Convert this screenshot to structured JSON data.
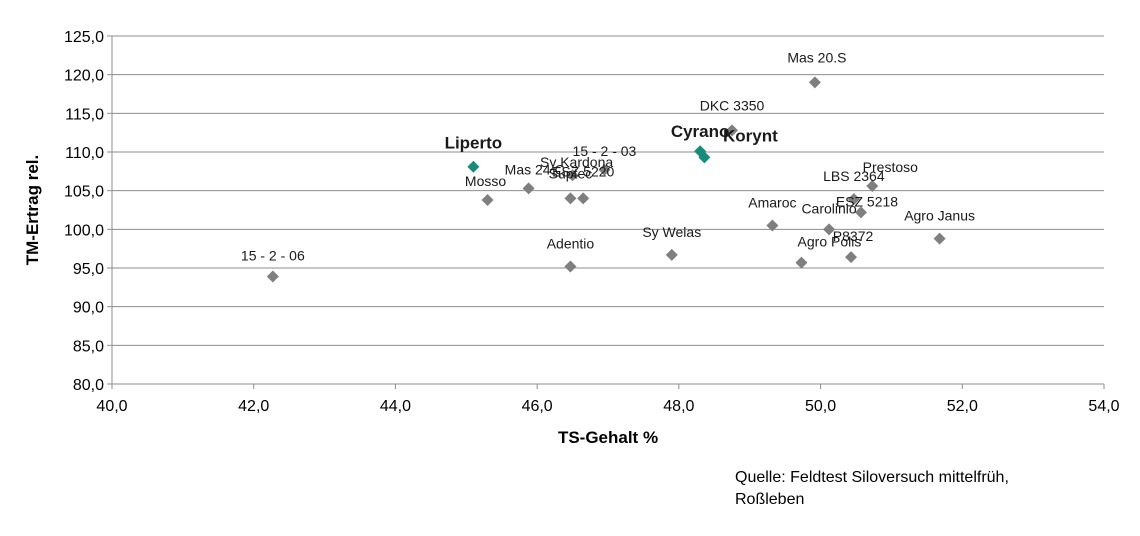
{
  "chart_data": {
    "type": "scatter",
    "xlabel": "TS-Gehalt %",
    "ylabel": "TM-Ertrag rel.",
    "xlim": [
      40.0,
      54.0
    ],
    "ylim": [
      80.0,
      125.0
    ],
    "x_ticks": [
      "40,0",
      "42,0",
      "44,0",
      "46,0",
      "48,0",
      "50,0",
      "52,0",
      "54,0"
    ],
    "y_ticks": [
      "80,0",
      "85,0",
      "90,0",
      "95,0",
      "100,0",
      "105,0",
      "110,0",
      "115,0",
      "120,0",
      "125,0"
    ],
    "grid": "horizontal",
    "colors": {
      "default": "#7f7f7f",
      "highlight": "#168c7a"
    },
    "points": [
      {
        "label": "Mas 20.S",
        "x": 49.92,
        "y": 119.0,
        "highlight": false
      },
      {
        "label": "DKC 3350",
        "x": 48.75,
        "y": 112.8,
        "highlight": false
      },
      {
        "label": "Liperto",
        "x": 45.1,
        "y": 108.1,
        "highlight": true
      },
      {
        "label": "Cyrano",
        "x": 48.3,
        "y": 110.1,
        "highlight": true
      },
      {
        "label": "Korynt",
        "x": 48.36,
        "y": 109.3,
        "highlight": true
      },
      {
        "label": "15 - 2 - 03",
        "x": 46.95,
        "y": 107.7,
        "highlight": false
      },
      {
        "label": "Sy Kardona",
        "x": 46.5,
        "y": 107.0,
        "highlight": false
      },
      {
        "label": "Mas 24.C",
        "x": 45.88,
        "y": 105.3,
        "highlight": false
      },
      {
        "label": "ESZ 5220",
        "x": 46.65,
        "y": 104.0,
        "highlight": false
      },
      {
        "label": "Suptec",
        "x": 46.47,
        "y": 104.0,
        "highlight": false
      },
      {
        "label": "Mosso",
        "x": 45.3,
        "y": 103.8,
        "highlight": false
      },
      {
        "label": "Prestoso",
        "x": 50.73,
        "y": 105.6,
        "highlight": false
      },
      {
        "label": "LBS 2364",
        "x": 50.47,
        "y": 103.9,
        "highlight": false
      },
      {
        "label": "ESZ 5218",
        "x": 50.57,
        "y": 102.2,
        "highlight": false
      },
      {
        "label": "Amaroc",
        "x": 49.32,
        "y": 100.5,
        "highlight": false
      },
      {
        "label": "Carolinio",
        "x": 50.12,
        "y": 100.0,
        "highlight": false
      },
      {
        "label": "Agro Janus",
        "x": 51.68,
        "y": 98.8,
        "highlight": false
      },
      {
        "label": "Agro Polis",
        "x": 49.73,
        "y": 95.7,
        "highlight": false
      },
      {
        "label": "P8372",
        "x": 50.43,
        "y": 96.4,
        "highlight": false
      },
      {
        "label": "Sy Welas",
        "x": 47.9,
        "y": 96.7,
        "highlight": false
      },
      {
        "label": "Adentio",
        "x": 46.47,
        "y": 95.2,
        "highlight": false
      },
      {
        "label": "15 - 2 - 06",
        "x": 42.27,
        "y": 93.9,
        "highlight": false
      }
    ]
  },
  "source": {
    "line1": "Quelle: Feldtest Siloversuch mittelfrüh,",
    "line2": "Roßleben"
  }
}
